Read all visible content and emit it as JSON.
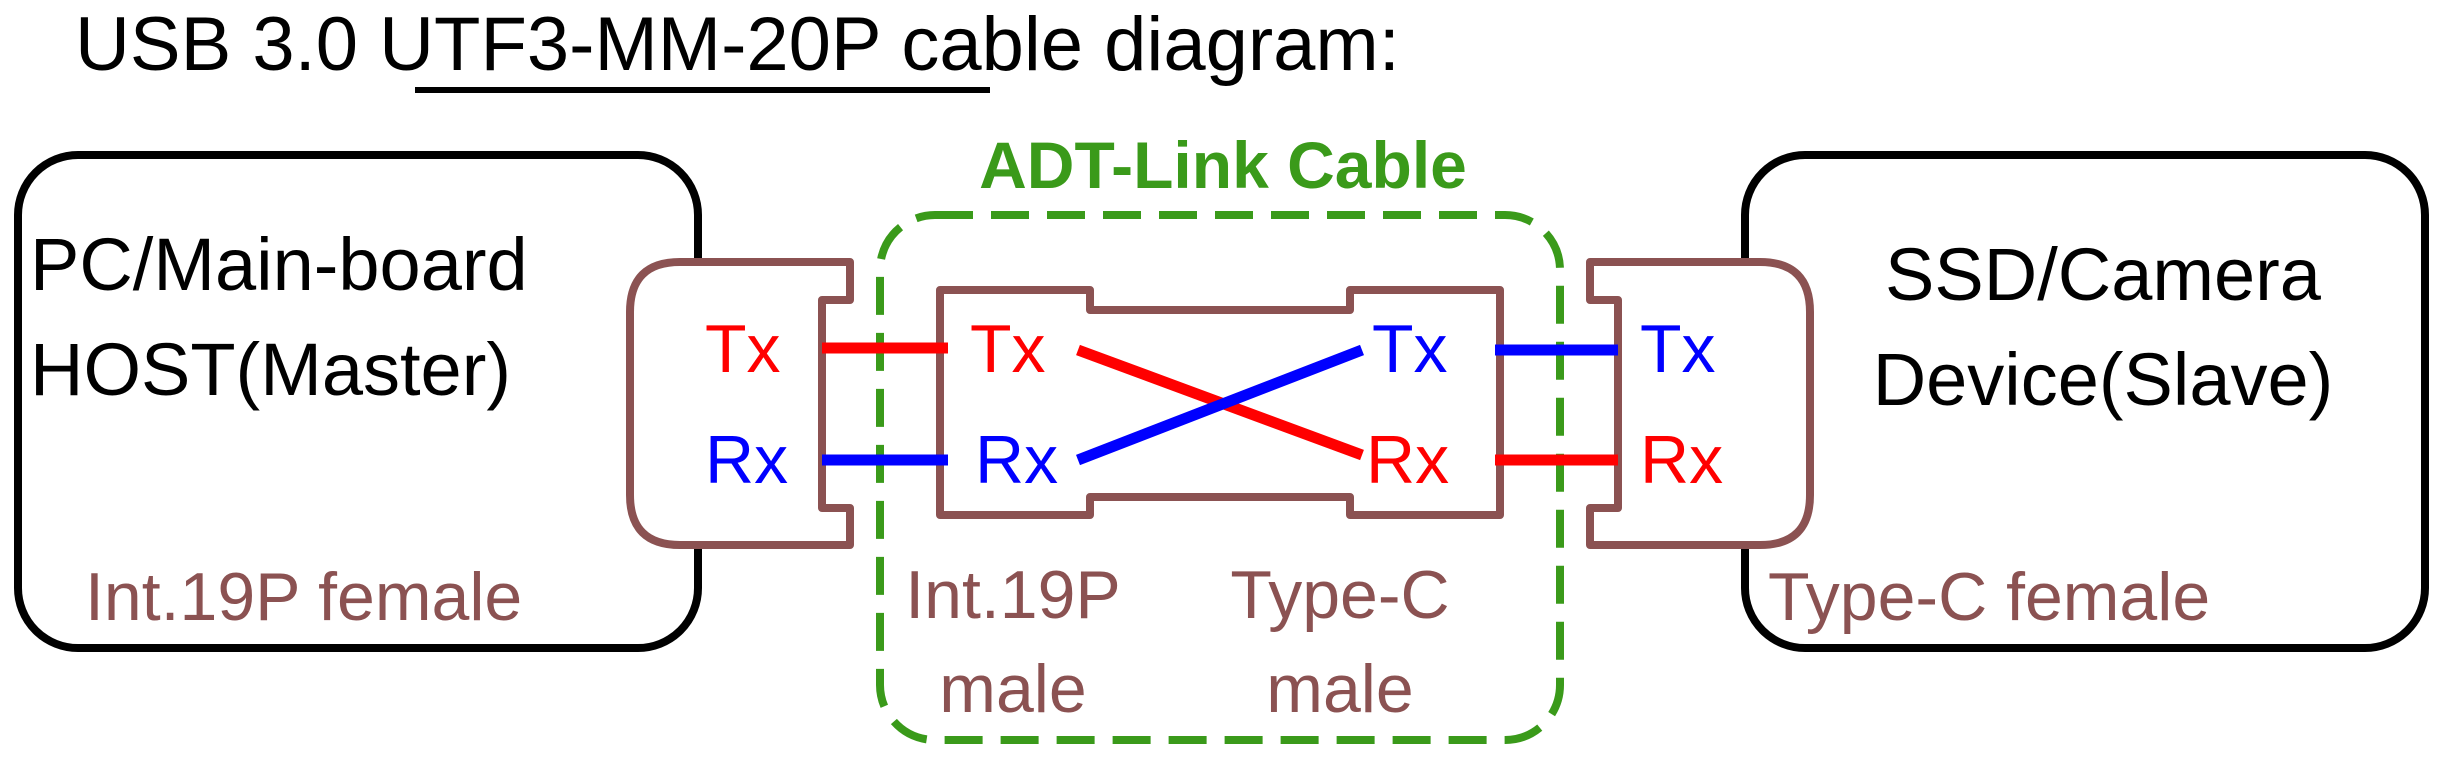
{
  "title": {
    "prefix": "USB 3.0 ",
    "model": "UTF3-MM-20P",
    "suffix": " cable diagram:"
  },
  "cable": {
    "label": "ADT-Link Cable",
    "left_connector": {
      "line1": "Int.19P",
      "line2": "male"
    },
    "right_connector": {
      "line1": "Type-C",
      "line2": "male"
    },
    "left_pins": {
      "tx": "Tx",
      "rx": "Rx"
    },
    "right_pins": {
      "tx": "Tx",
      "rx": "Rx"
    }
  },
  "host": {
    "line1": "PC/Main-board",
    "line2": "HOST(Master)",
    "port_label": "Int.19P female",
    "pins": {
      "tx": "Tx",
      "rx": "Rx"
    }
  },
  "device": {
    "line1": "SSD/Camera",
    "line2": "Device(Slave)",
    "port_label": "Type-C female",
    "pins": {
      "tx": "Tx",
      "rx": "Rx"
    }
  },
  "colors": {
    "tx": "#ff0000",
    "rx": "#0000ff",
    "connector": "#8b5252",
    "cable": "#3a9a1a",
    "box": "#000000"
  }
}
